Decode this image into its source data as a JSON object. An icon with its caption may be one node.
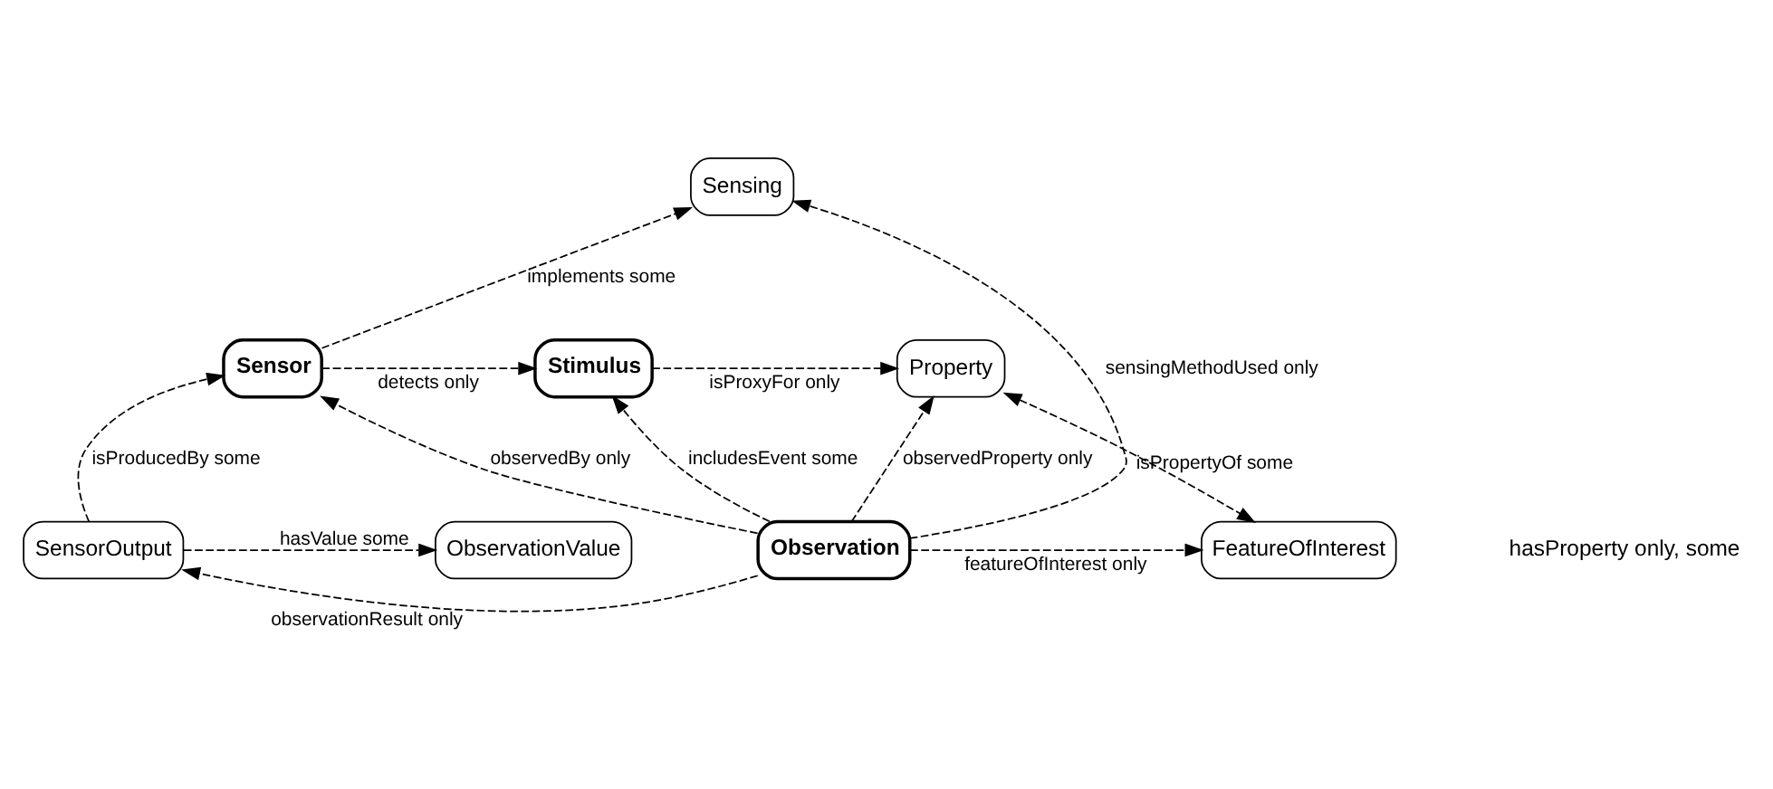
{
  "diagram": {
    "nodes": [
      {
        "text": [
          "Sensing"
        ]
      },
      {
        "text": [
          "Sensor"
        ]
      },
      {
        "text": [
          "Stimulus"
        ]
      },
      {
        "text": [
          "Property"
        ]
      },
      {
        "text": [
          "SensorOutput"
        ]
      },
      {
        "text": [
          "Observation"
        ]
      },
      {
        "text": [
          "FeatureOfInterest"
        ]
      },
      {
        "text": [
          "ObservationValue"
        ]
      }
    ],
    "edges": [
      {
        "from": 1,
        "to": 0,
        "arrow": "to",
        "label": "implements some",
        "style": "dashed"
      },
      {
        "from": 5,
        "to": 0,
        "arrow": "to",
        "label": "sensingMethodUsed only",
        "style": "dashed"
      },
      {
        "from": 1,
        "to": 2,
        "arrow": "to",
        "label": "detects only",
        "style": "dashed"
      },
      {
        "from": 2,
        "to": 3,
        "arrow": "to",
        "label": "isProxyFor only",
        "style": "dashed"
      },
      {
        "from": 4,
        "to": 1,
        "arrow": "to",
        "label": "isProducedBy some",
        "style": "dashed"
      },
      {
        "from": 5,
        "to": 2,
        "arrow": "to",
        "label": "includesEvent some",
        "style": "dashed"
      },
      {
        "from": 5,
        "to": 1,
        "arrow": "to",
        "label": "observedBy only",
        "style": "dashed"
      },
      {
        "from": 5,
        "to": 3,
        "arrow": "to",
        "label": "observedProperty only",
        "style": "dashed"
      },
      {
        "from": 3,
        "to": 6,
        "arrow": "both",
        "label": "isPropertyOf some",
        "style": "dashed"
      },
      {
        "from": 5,
        "to": 4,
        "arrow": "to",
        "label": "observationResult only",
        "style": "dashed"
      },
      {
        "from": 5,
        "to": 6,
        "arrow": "to",
        "label": "featureOfInterest only",
        "style": "dashed"
      },
      {
        "from": 4,
        "to": 7,
        "arrow": "to",
        "label": "hasValue some",
        "style": "dashed"
      }
    ],
    "labels": [
      "hasProperty only, some"
    ]
  }
}
